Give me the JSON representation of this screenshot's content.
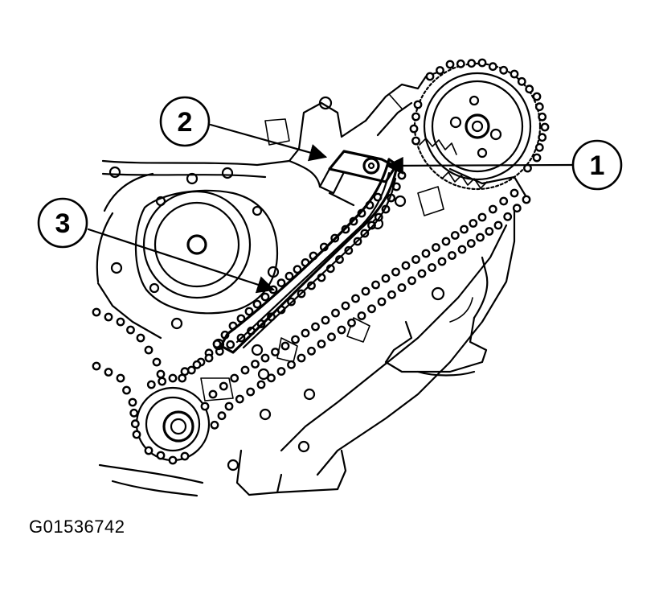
{
  "figure": {
    "reference_code": "G01536742"
  },
  "callouts": [
    {
      "number": "1"
    },
    {
      "number": "2"
    },
    {
      "number": "3"
    }
  ]
}
